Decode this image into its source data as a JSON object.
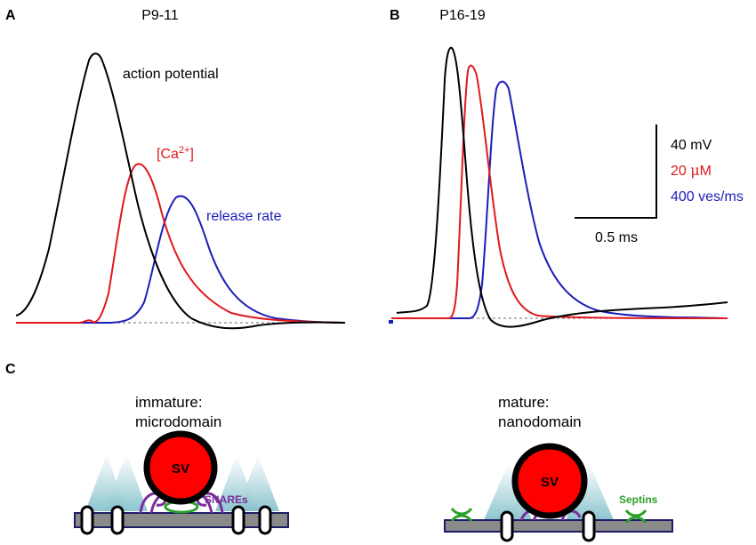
{
  "panels": {
    "a": {
      "letter": "A",
      "title": "P9-11",
      "labels": {
        "action_potential": "action potential",
        "calcium_prefix": "[Ca",
        "calcium_sup": "2+",
        "calcium_suffix": "]",
        "release_rate": "release rate"
      }
    },
    "b": {
      "letter": "B",
      "title": "P16-19",
      "scale_bar": {
        "voltage": "40 mV",
        "calcium_prefix": "20 ",
        "calcium_mu": "μ",
        "calcium_unit": "M",
        "release": "400 ves/ms",
        "time": "0.5 ms"
      }
    },
    "c": {
      "letter": "C",
      "left": {
        "line1": "immature:",
        "line2": "microdomain",
        "vesicle": "SV",
        "proteins": "SNAREs"
      },
      "right": {
        "line1": "mature:",
        "line2": "nanodomain",
        "vesicle": "SV",
        "proteins": "Septins"
      }
    }
  },
  "colors": {
    "action_potential": "#000000",
    "calcium": "#e0191e",
    "release": "#1d1db8",
    "vesicle": "#ff0000",
    "snare": "#7a2e9c",
    "septin": "#2aa02a",
    "membrane": "#8a8a8a",
    "membrane_border": "#1c1c66",
    "calcium_cloud": "#9fcfd6"
  }
}
